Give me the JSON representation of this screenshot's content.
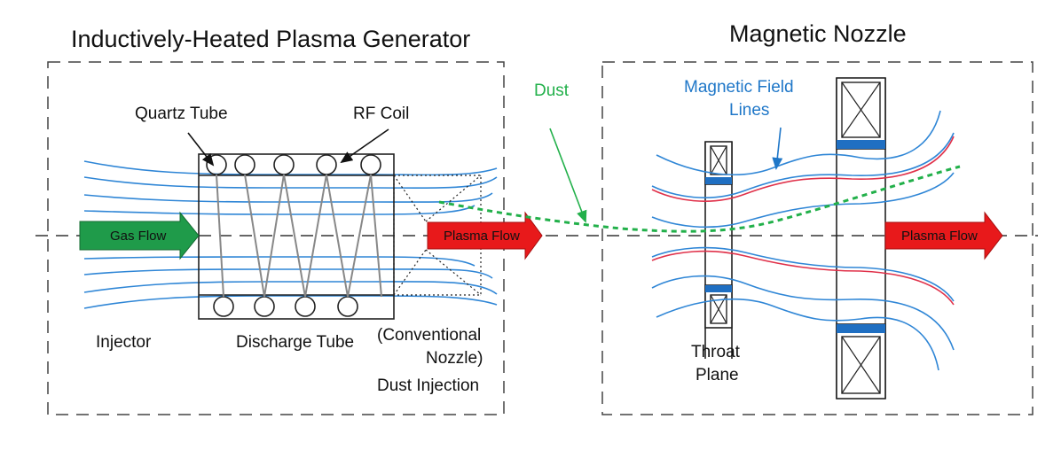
{
  "title_left": "Inductively-Heated Plasma Generator",
  "title_right": "Magnetic Nozzle",
  "labels": {
    "quartz_tube": "Quartz Tube",
    "rf_coil": "RF Coil",
    "dust": "Dust",
    "field_lines_1": "Magnetic Field",
    "field_lines_2": "Lines",
    "gas_flow": "Gas Flow",
    "plasma_flow_1": "Plasma Flow",
    "plasma_flow_2": "Plasma Flow",
    "injector": "Injector",
    "discharge_tube": "Discharge Tube",
    "conv_nozzle_1": "(Conventional",
    "conv_nozzle_2": "Nozzle)",
    "dust_injection": "Dust Injection",
    "throat_1": "Throat",
    "throat_2": "Plane"
  },
  "colors": {
    "field_line": "#2f86d6",
    "plasma_arrow": "#e8191b",
    "gas_arrow": "#1f9b4a",
    "dust_line": "#22b04a",
    "magnet_pole": "#1f6fc2",
    "separatrix": "#e0314a"
  }
}
